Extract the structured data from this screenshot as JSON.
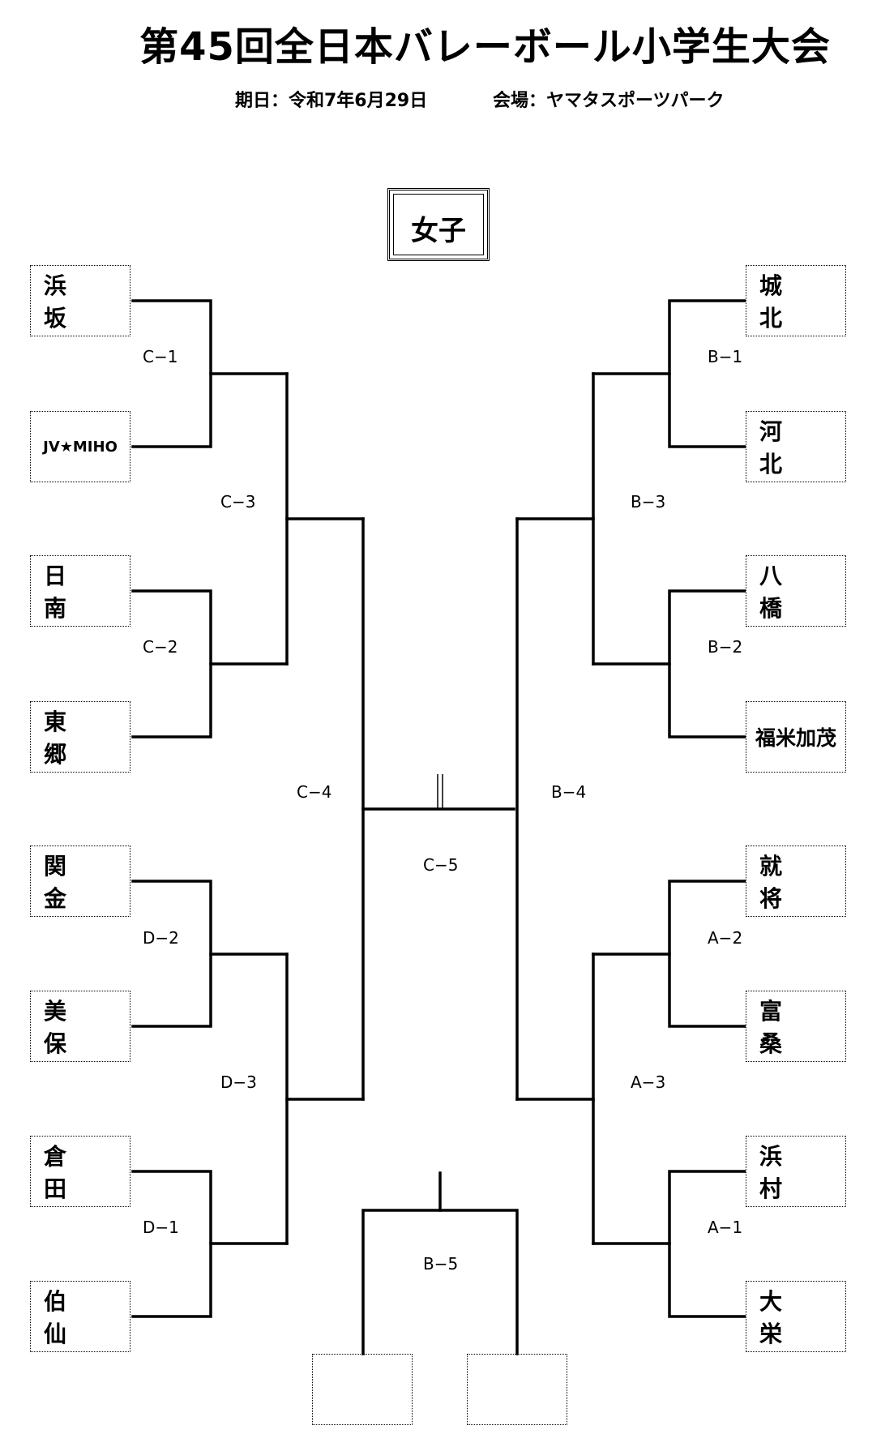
{
  "title": "第45回全日本バレーボール小学生大会",
  "date_text": "期日：令和7年6月29日",
  "venue_text": "会場：ヤマタスポーツパーク",
  "category": "女子",
  "teams_left": [
    "浜 坂",
    "JV★MIHO",
    "日 南",
    "東 郷",
    "関 金",
    "美 保",
    "倉 田",
    "伯 仙"
  ],
  "teams_right": [
    "城 北",
    "河 北",
    "八 橋",
    "福米加茂",
    "就 将",
    "富 桑",
    "浜 村",
    "大 栄"
  ],
  "match_labels": {
    "c1": "C−1",
    "c2": "C−2",
    "c3": "C−3",
    "c4": "C−4",
    "c5": "C−5",
    "d1": "D−1",
    "d2": "D−2",
    "d3": "D−3",
    "b1": "B−1",
    "b2": "B−2",
    "b3": "B−3",
    "b4": "B−4",
    "b5": "B−5",
    "a1": "A−1",
    "a2": "A−2",
    "a3": "A−3"
  }
}
